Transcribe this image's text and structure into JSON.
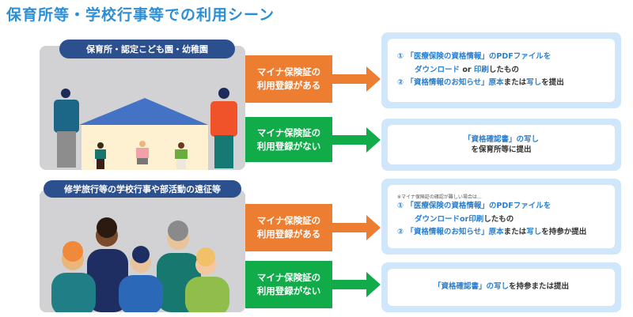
{
  "title": "保育所等・学校行事等での利用シーン",
  "section1": {
    "label": "保育所・認定こども園・幼稚園",
    "with_registration": {
      "condition_line1": "マイナ保険証の",
      "condition_line2": "利用登録がある",
      "item1_num": "①",
      "item1_a": "「医療保険の資格情報」のPDFファイルを",
      "item1_b": "ダウンロード",
      "item1_or": " or ",
      "item1_c": "印刷",
      "item1_d": "したもの",
      "item2_num": "②",
      "item2_a": "「資格情報のお知らせ」原本",
      "item2_b": "または",
      "item2_c": "写し",
      "item2_d": "を提出"
    },
    "without_registration": {
      "condition_line1": "マイナ保険証の",
      "condition_line2": "利用登録がない",
      "line1": "「資格確認書」の写し",
      "line2": "を保育所等に提出"
    }
  },
  "section2": {
    "label": "修学旅行等の学校行事や部活動の遠征等",
    "with_registration": {
      "condition_line1": "マイナ保険証の",
      "condition_line2": "利用登録がある",
      "note": "※マイナ保険証の確認が難しい場合は…",
      "item1_num": "①",
      "item1_a": "「医療保険の資格情報」のPDFファイルを",
      "item1_b": "ダウンロード",
      "item1_or": "or",
      "item1_c": "印刷",
      "item1_d": "したもの",
      "item2_num": "②",
      "item2_a": "「資格情報のお知らせ」原本",
      "item2_b": "または",
      "item2_c": "写し",
      "item2_d": "を持参か提出"
    },
    "without_registration": {
      "condition_line1": "マイナ保険証の",
      "condition_line2": "利用登録がない",
      "line1_a": "「資格確認書」の写し",
      "line1_b": "を持参または提出"
    }
  },
  "colors": {
    "orange": "#ec7d31",
    "green": "#11ab4a",
    "navy": "#2c4f8e",
    "title": "#2a8fd6",
    "light_blue": "#cfe6fb"
  }
}
